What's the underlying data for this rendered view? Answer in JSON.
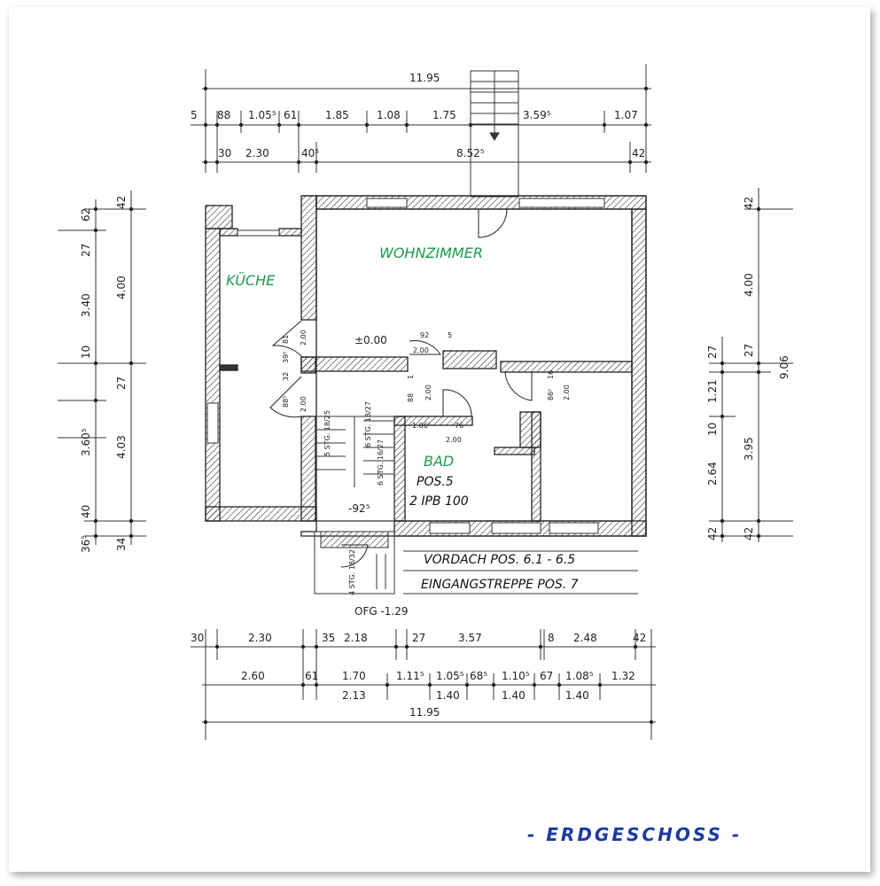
{
  "title": "- ERDGESCHOSS -",
  "rooms": {
    "wohnzimmer": "WOHNZIMMER",
    "kueche": "KÜCHE",
    "bad": "BAD"
  },
  "notes": {
    "bad_pos": "POS.5",
    "bad_beam": "2 IPB 100",
    "vordach": "VORDACH  POS. 6.1 - 6.5",
    "eingangstreppe": "EINGANGSTREPPE  POS. 7",
    "ofg": "OFG -1.29",
    "level_main": "±0.00",
    "level_entry": "-92⁵"
  },
  "top_dims": {
    "overall": "11.95",
    "row2": [
      "5",
      "88",
      "1.05⁵",
      "61",
      "1.85",
      "1.08",
      "1.75",
      "3.59⁵",
      "1.07"
    ],
    "row3": [
      "30",
      "2.30",
      "40⁵",
      "8.52⁵",
      "42"
    ]
  },
  "bottom_dims": {
    "row1": [
      "30",
      "2.30",
      "35",
      "2.18",
      "27",
      "3.57",
      "8",
      "2.48",
      "42"
    ],
    "row2": [
      "2.60",
      "61",
      "1.70",
      "1.11⁵",
      "1.05⁵",
      "68⁵",
      "1.10⁵",
      "67",
      "1.08⁵",
      "1.32"
    ],
    "row2b": [
      "2.13",
      "1.40",
      "1.40",
      "1.40"
    ],
    "overall": "11.95"
  },
  "left_dims": {
    "outer": [
      "62",
      "27",
      "3.40",
      "10",
      "3.60⁵",
      "40",
      "36⁵"
    ],
    "inner": [
      "42",
      "4.00",
      "27",
      "4.03",
      "34"
    ]
  },
  "right_dims": {
    "inner": [
      "27",
      "1.21",
      "10",
      "2.64",
      "42"
    ],
    "mid": [
      "42",
      "4.00",
      "27",
      "3.95",
      "42"
    ],
    "overall": "9.06"
  },
  "openings": {
    "door_a": "2.00",
    "door_b": "2.00",
    "door_c": "2.00",
    "door_d": "2.00",
    "door_e": "2.00",
    "door_f": "2.00",
    "n92": "92",
    "n5": "5",
    "n81": "81",
    "n39": "39⁵",
    "n88a": "88⁵",
    "n32": "32",
    "n88b": "88",
    "n1": "1",
    "n86": "86⁵",
    "n16": "16",
    "n106": "1.06⁵",
    "n76": "76",
    "stair1": "5 STG. 18/25",
    "stair2": "6 STG. 18/27",
    "stair3": "6 STG. 16/27",
    "stair4": "4 STG. 18/32"
  }
}
